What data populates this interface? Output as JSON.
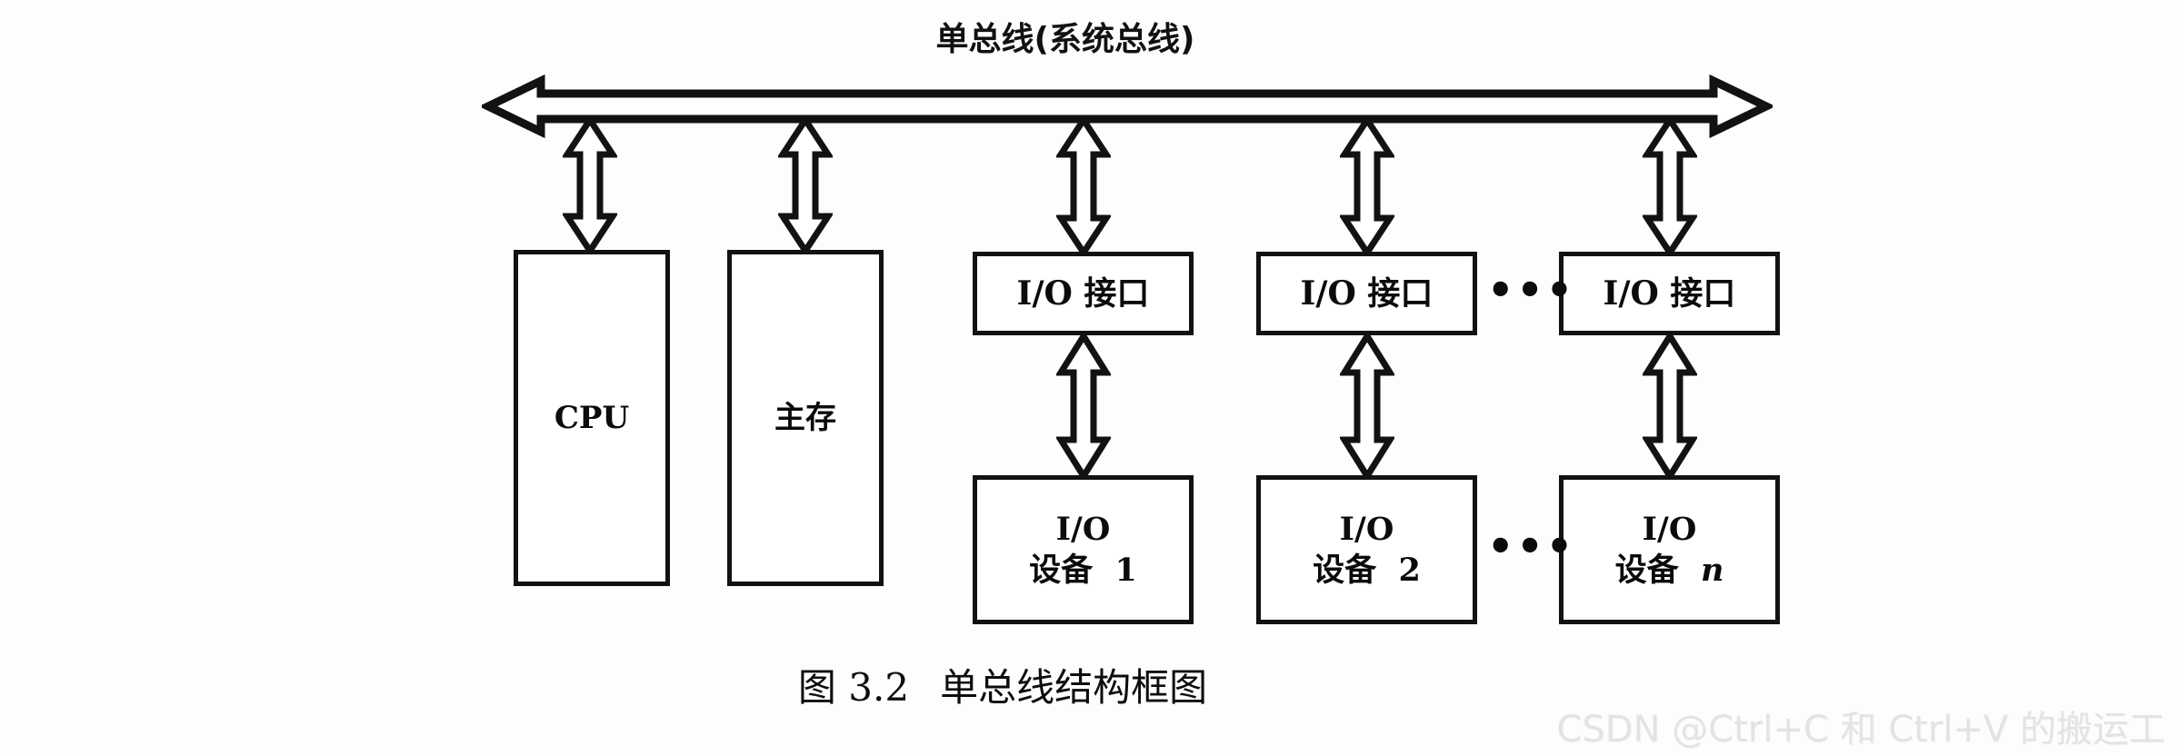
{
  "figure": {
    "bus_title": "单总线(系统总线)",
    "caption_number": "图 3.2",
    "caption_text": "单总线结构框图",
    "ellipsis": "•••",
    "watermark": "CSDN @Ctrl+C 和 Ctrl+V 的搬运工",
    "colors": {
      "stroke": "#121212",
      "background": "#ffffff",
      "text": "#0b0b0b",
      "watermark": "#e3e3e3"
    }
  },
  "nodes": {
    "cpu": {
      "label": "CPU"
    },
    "memory": {
      "label": "主存"
    },
    "interfaces": [
      {
        "label": "I/O 接口"
      },
      {
        "label": "I/O 接口"
      },
      {
        "label": "I/O 接口"
      }
    ],
    "devices": [
      {
        "line1": "I/O",
        "line2_name": "设备",
        "line2_index": "1"
      },
      {
        "line1": "I/O",
        "line2_name": "设备",
        "line2_index": "2"
      },
      {
        "line1": "I/O",
        "line2_name": "设备",
        "line2_index": "n"
      }
    ]
  },
  "connections": {
    "bus_to_cpu": "双向箭头",
    "bus_to_memory": "双向箭头",
    "bus_to_interface": "双向箭头",
    "interface_to_device": "双向箭头"
  }
}
